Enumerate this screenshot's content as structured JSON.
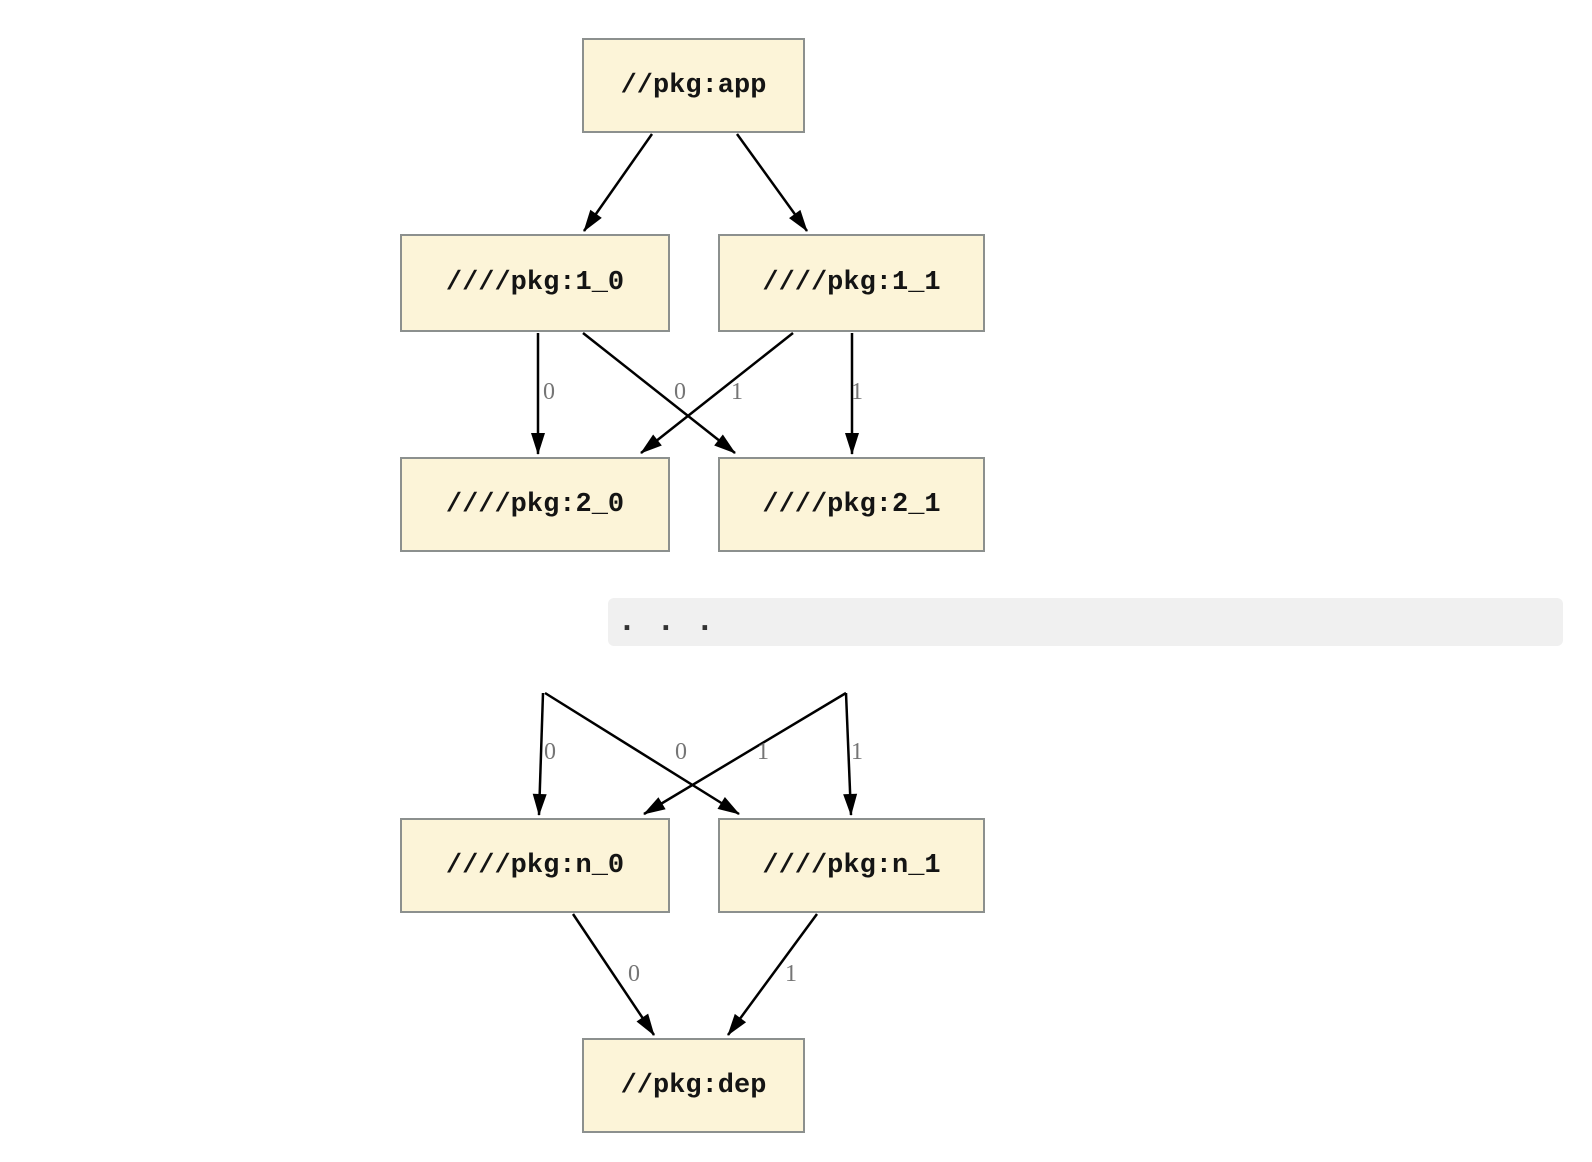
{
  "diagram": {
    "type": "dependency-graph",
    "nodes": {
      "app": "//pkg:app",
      "n1_0": "////pkg:1_0",
      "n1_1": "////pkg:1_1",
      "n2_0": "////pkg:2_0",
      "n2_1": "////pkg:2_1",
      "nn_0": "////pkg:n_0",
      "nn_1": "////pkg:n_1",
      "dep": "//pkg:dep"
    },
    "edge_labels": [
      "0",
      "0",
      "1",
      "1",
      "0",
      "0",
      "1",
      "1",
      "0",
      "1"
    ],
    "edges": [
      {
        "from": "//pkg:app",
        "to": "////pkg:1_0",
        "label": ""
      },
      {
        "from": "//pkg:app",
        "to": "////pkg:1_1",
        "label": ""
      },
      {
        "from": "////pkg:1_0",
        "to": "////pkg:2_0",
        "label": "0"
      },
      {
        "from": "////pkg:1_0",
        "to": "////pkg:2_1",
        "label": "1"
      },
      {
        "from": "////pkg:1_1",
        "to": "////pkg:2_0",
        "label": "0"
      },
      {
        "from": "////pkg:1_1",
        "to": "////pkg:2_1",
        "label": "1"
      },
      {
        "from": "...",
        "to": "////pkg:n_0",
        "label": "0"
      },
      {
        "from": "...",
        "to": "////pkg:n_1",
        "label": "1"
      },
      {
        "from": "...",
        "to": "////pkg:n_0",
        "label": "0"
      },
      {
        "from": "...",
        "to": "////pkg:n_1",
        "label": "1"
      },
      {
        "from": "////pkg:n_0",
        "to": "//pkg:dep",
        "label": "0"
      },
      {
        "from": "////pkg:n_1",
        "to": "//pkg:dep",
        "label": "1"
      }
    ],
    "colors": {
      "node_fill": "#FCF4D8",
      "node_border": "#8C908E",
      "edge": "#000000",
      "edge_label": "#757575",
      "ellipsis_background": "#F0F0F0",
      "ellipsis_dots": "#333333"
    }
  },
  "ellipsis_block": {
    "text": ". . ."
  }
}
